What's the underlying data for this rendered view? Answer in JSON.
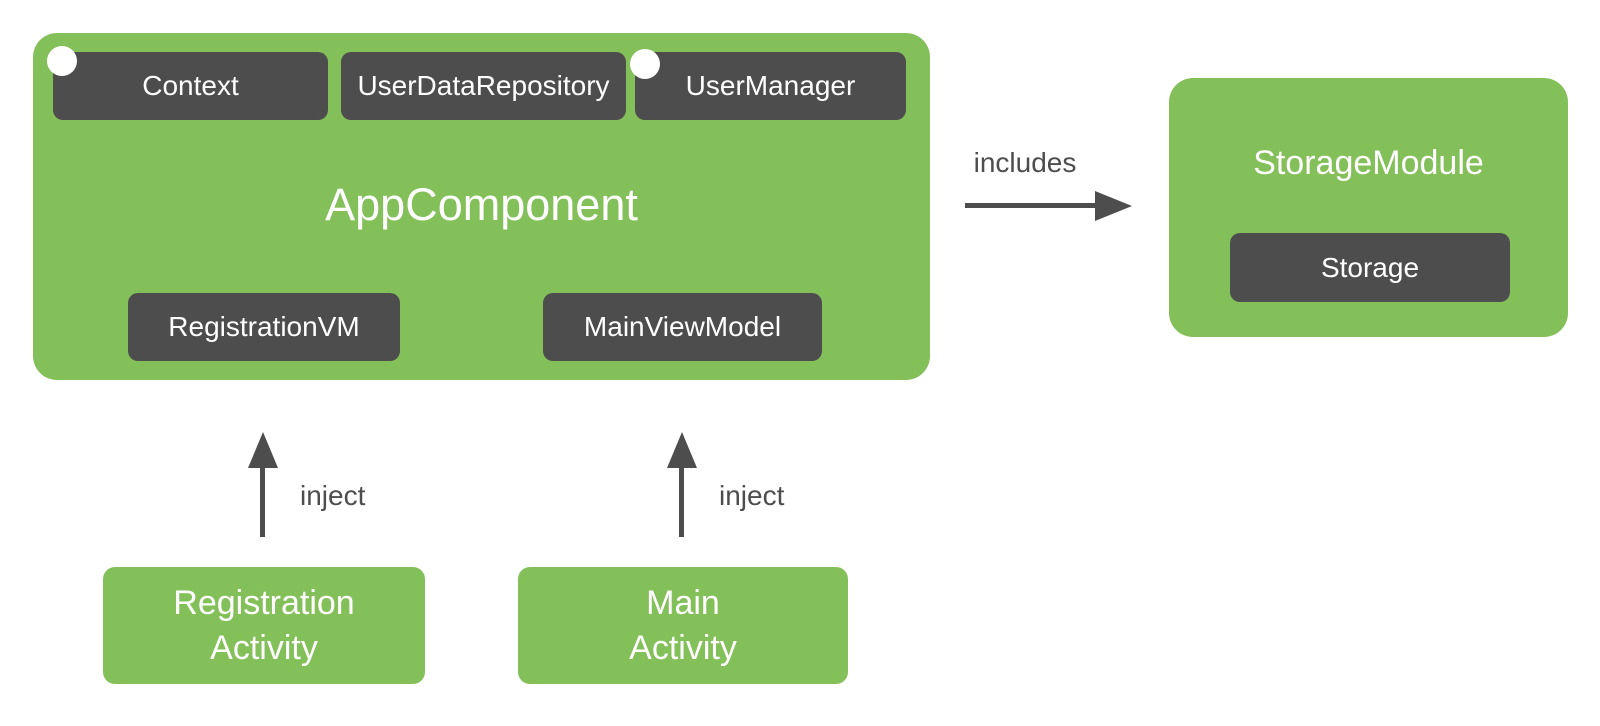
{
  "colors": {
    "green": "#84C05A",
    "dark_gray": "#4D4D4D",
    "arrow_gray": "#4D4D4D",
    "dot_white": "#FFFFFF",
    "label_text": "#FFFFFF",
    "background": "#FFFFFF"
  },
  "app_component": {
    "title": "AppComponent",
    "dependencies": [
      {
        "label": "Context",
        "dot": true
      },
      {
        "label": "UserDataRepository",
        "dot": false
      },
      {
        "label": "UserManager",
        "dot": true
      }
    ],
    "viewmodels": [
      {
        "label": "RegistrationVM"
      },
      {
        "label": "MainViewModel"
      }
    ]
  },
  "storage_module": {
    "title": "StorageModule",
    "provision": {
      "label": "Storage"
    }
  },
  "relations": {
    "includes": {
      "label": "includes"
    },
    "inject_registration": {
      "label": "inject"
    },
    "inject_main": {
      "label": "inject"
    }
  },
  "activities": [
    {
      "line1": "Registration",
      "line2": "Activity"
    },
    {
      "line1": "Main",
      "line2": "Activity"
    }
  ]
}
